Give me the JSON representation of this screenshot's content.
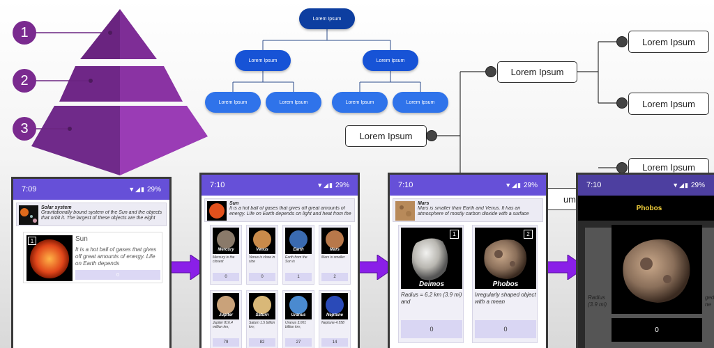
{
  "pyramid": {
    "levels": [
      "1",
      "2",
      "3"
    ],
    "color": "#7a2a8f"
  },
  "org_chart": {
    "root": "Lorem Ipsum",
    "level2": [
      "Lorem Ipsum",
      "Lorem Ipsum"
    ],
    "level3": [
      "Lorem Ipsum",
      "Lorem Ipsum",
      "Lorem Ipsum",
      "Lorem Ipsum"
    ],
    "colors": {
      "dark": "#0d3ea0",
      "mid": "#1753d6",
      "light": "#2f73ea"
    }
  },
  "mind_map": {
    "root": "Lorem Ipsum",
    "hub": "Lorem Ipsum",
    "leaves": [
      "Lorem Ipsum",
      "Lorem Ipsum",
      "Lorem Ipsum"
    ],
    "partial": "um"
  },
  "phones": [
    {
      "time": "7:09",
      "battery": "29%",
      "header_title": "Solar system",
      "header_desc": "Gravitationally bound system of the Sun and the objects that orbit it. The largest of these objects are the eight",
      "card": {
        "index": "1",
        "title": "Sun",
        "desc": "It is a hot ball of gases that gives off great amounts of energy. Life on Earth depends",
        "count": "0"
      }
    },
    {
      "time": "7:10",
      "battery": "29%",
      "header_title": "Sun",
      "header_desc": "It is a hot ball of gases that gives off great amounts of energy. Life on Earth depends on light and heat from the",
      "planets": [
        {
          "name": "Mercury",
          "desc": "Mercury is the closest",
          "count": "0"
        },
        {
          "name": "Venus",
          "desc": "Venus is close in size",
          "count": "0"
        },
        {
          "name": "Earth",
          "desc": "Earth from the Sun is",
          "count": "1"
        },
        {
          "name": "Mars",
          "desc": "Mars is smaller",
          "count": "2"
        },
        {
          "name": "Jupiter",
          "desc": "Jupiter 816.4 million km;",
          "count": "79"
        },
        {
          "name": "Saturn",
          "desc": "Saturn 1.5 billion km;",
          "count": "82"
        },
        {
          "name": "Uranus",
          "desc": "Uranus 3.001 billion km;",
          "count": "27"
        },
        {
          "name": "Neptune",
          "desc": "Neptune 4.558",
          "count": "14"
        }
      ]
    },
    {
      "time": "7:10",
      "battery": "29%",
      "header_title": "Mars",
      "header_desc": "Mars is smaller than Earth and Venus. It has an atmosphere of mostly carbon dioxide with a surface",
      "moons": [
        {
          "index": "1",
          "name": "Deimos",
          "desc": "Radius  = 6.2 km (3.9 mi) and",
          "count": "0"
        },
        {
          "index": "2",
          "name": "Phobos",
          "desc": "Irregularly shaped object with a mean",
          "count": "0"
        }
      ]
    },
    {
      "time": "7:10",
      "battery": "29%",
      "title": "Phobos",
      "count": "0",
      "bg_desc_left": "Radius (3.9 mi)",
      "bg_desc_right": "ged ne"
    }
  ],
  "arrow_color": "#8a1fe8"
}
